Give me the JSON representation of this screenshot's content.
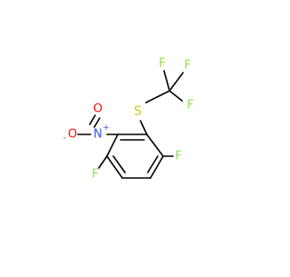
{
  "molecule": {
    "atoms": {
      "f_top_right": "F",
      "f_bottom_left": "F",
      "s_thio": "S",
      "cf3_f1": "F",
      "cf3_f2": "F",
      "cf3_f3": "F",
      "n_nitro": "N",
      "n_charge": "+",
      "o_double": "O",
      "o_single": "O",
      "o_charge": "-"
    },
    "colors": {
      "fluorine": "#90e050",
      "sulfur": "#c8c800",
      "nitrogen": "#3050f8",
      "oxygen": "#ff0d0d",
      "bond": "#000000",
      "background": "#ffffff"
    }
  }
}
